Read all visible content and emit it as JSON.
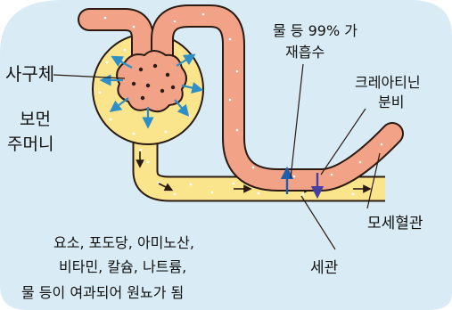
{
  "colors": {
    "background_panel": "#d9ecf5",
    "capillary": "#f2a287",
    "capsule_and_tubule": "#fbe58c",
    "outline": "#2a1a12",
    "filtration_arrows": "#2e8fc8",
    "reabsorption_arrow": "#1f5fb0",
    "secretion_arrow": "#4a3ea0",
    "dots": "#ffffff"
  },
  "labels": {
    "glomerulus": "사구체",
    "bowman_capsule_line1": "보먼",
    "bowman_capsule_line2": "주머니",
    "reabsorption_line1": "물 등 99% 가",
    "reabsorption_line2": "재흡수",
    "secretion_line1": "크레아티닌",
    "secretion_line2": "분비",
    "capillary": "모세혈관",
    "tubule": "세관",
    "filtrate_line1": "요소, 포도당, 아미노산,",
    "filtrate_line2": "비타민, 칼슘, 나트륨,",
    "filtrate_line3": "물 등이 여과되어 원뇨가 됨"
  }
}
